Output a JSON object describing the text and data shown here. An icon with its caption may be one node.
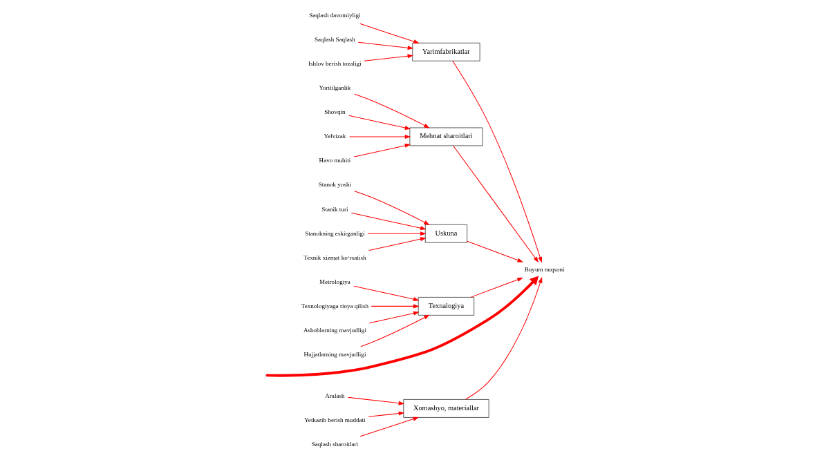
{
  "diagram": {
    "nodes": [
      {
        "text": [
          "Xomashyo, materiallar"
        ]
      },
      {
        "text": [
          "Aralash"
        ]
      },
      {
        "text": [
          "Yetkazib berish muddati"
        ]
      },
      {
        "text": [
          "Saqlash sharoitlari"
        ]
      },
      {
        "text": [
          "Yarimfabrikatlar"
        ]
      },
      {
        "text": [
          "Saqlash davomiyligi"
        ]
      },
      {
        "text": [
          "Saqlash Saqlash"
        ]
      },
      {
        "text": [
          "Ishlov berish tozaligi"
        ]
      },
      {
        "text": [
          "Mehnat sharoitlari"
        ]
      },
      {
        "text": [
          "Yoritilganlik"
        ]
      },
      {
        "text": [
          "Shovqin"
        ]
      },
      {
        "text": [
          "Yelvizak"
        ]
      },
      {
        "text": [
          "Havo muhiti"
        ]
      },
      {
        "text": [
          "Buyum nuqsoni"
        ]
      },
      {
        "text": [
          "Uskuna"
        ]
      },
      {
        "text": [
          "Stanok yoshi"
        ]
      },
      {
        "text": [
          "Stanik turi"
        ]
      },
      {
        "text": [
          "Stanokning eskirganligi"
        ]
      },
      {
        "text": [
          "Texnik xizmat ko‘rsatish"
        ]
      },
      {
        "text": [
          "Texnalogiya"
        ]
      },
      {
        "text": [
          "Metrologiya"
        ]
      },
      {
        "text": [
          "Texnologiyaga rioya qilish"
        ]
      },
      {
        "text": [
          "Asboblarning mavjudligi"
        ]
      },
      {
        "text": [
          "Hujjatlarning mavjudligi"
        ]
      }
    ],
    "edges": [
      {
        "from": null,
        "to": 13,
        "arrow": "to",
        "style": "thick"
      },
      {
        "from": 0,
        "to": 13,
        "arrow": "to"
      },
      {
        "from": 1,
        "to": 0,
        "arrow": "to"
      },
      {
        "from": 2,
        "to": 0,
        "arrow": "to"
      },
      {
        "from": 3,
        "to": 0,
        "arrow": "to"
      },
      {
        "from": 4,
        "to": 13,
        "arrow": "to"
      },
      {
        "from": 5,
        "to": 4,
        "arrow": "to"
      },
      {
        "from": 6,
        "to": 4,
        "arrow": "to"
      },
      {
        "from": 7,
        "to": 4,
        "arrow": "to"
      },
      {
        "from": 8,
        "to": 13,
        "arrow": "to"
      },
      {
        "from": 9,
        "to": 8,
        "arrow": "to"
      },
      {
        "from": 10,
        "to": 8,
        "arrow": "to"
      },
      {
        "from": 11,
        "to": 8,
        "arrow": "to"
      },
      {
        "from": 12,
        "to": 8,
        "arrow": "to"
      },
      {
        "from": 14,
        "to": 13,
        "arrow": "to"
      },
      {
        "from": 15,
        "to": 14,
        "arrow": "to"
      },
      {
        "from": 16,
        "to": 14,
        "arrow": "to"
      },
      {
        "from": 17,
        "to": 14,
        "arrow": "to"
      },
      {
        "from": 18,
        "to": 14,
        "arrow": "to"
      },
      {
        "from": 19,
        "to": 13,
        "arrow": "to"
      },
      {
        "from": 20,
        "to": 19,
        "arrow": "to"
      },
      {
        "from": 21,
        "to": 19,
        "arrow": "to"
      },
      {
        "from": 22,
        "to": 19,
        "arrow": "to"
      },
      {
        "from": 23,
        "to": 19,
        "arrow": "to"
      }
    ]
  }
}
